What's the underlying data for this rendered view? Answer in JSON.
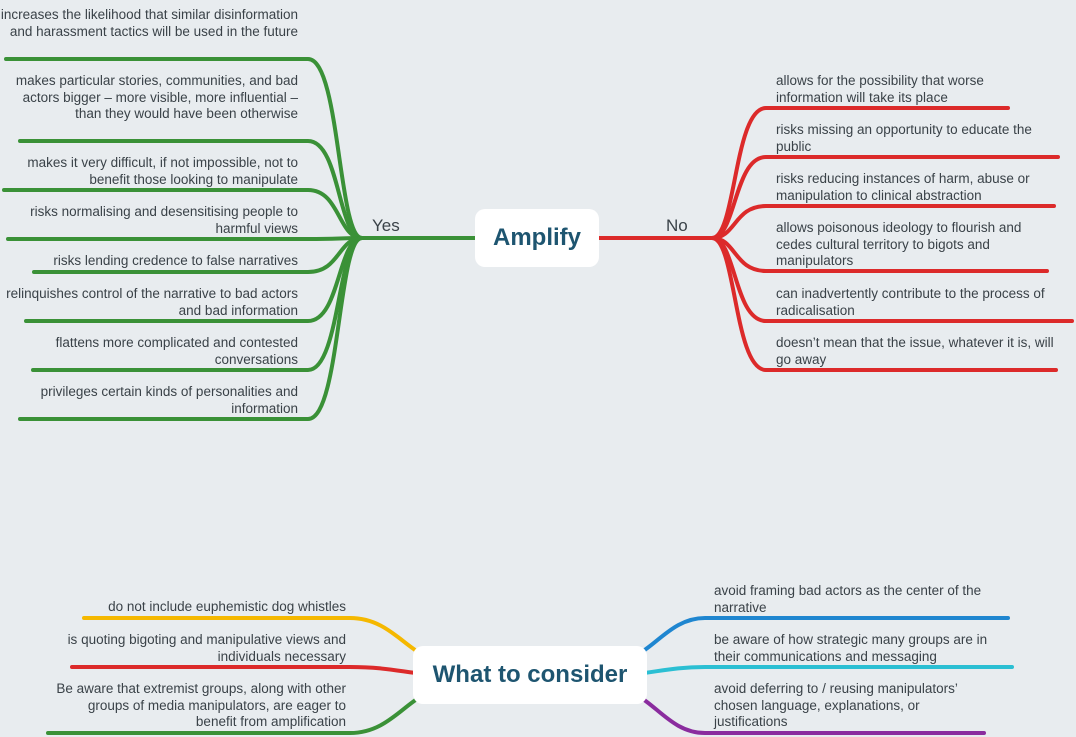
{
  "amplify": {
    "title": "Amplify",
    "yes_label": "Yes",
    "no_label": "No",
    "yes_items": [
      "increases the likelihood that similar disinformation and harassment tactics will be used in the future",
      "makes particular stories, communities, and bad actors bigger – more visible, more influential – than they would have been otherwise",
      "makes it very difficult, if not impossible, not to benefit those looking to manipulate",
      "risks normalising and desensitising people to harmful views",
      "risks lending credence to false narratives",
      "relinquishes control of the narrative to bad actors and bad information",
      "flattens more complicated and contested conversations",
      "privileges certain kinds of personalities and information"
    ],
    "no_items": [
      "allows for the possibility that worse information will take its place",
      "risks missing an opportunity to educate the public",
      "risks reducing instances of harm, abuse or manipulation to clinical abstraction",
      "allows poisonous ideology to flourish and cedes cultural territory to bigots and manipulators",
      "can inadvertently contribute to the process of radicalisation",
      "doesn’t mean that the issue, whatever it is, will go away"
    ],
    "yes_color": "#3a9137",
    "no_color": "#dc2a2a"
  },
  "consider": {
    "title": "What to consider",
    "left_items": [
      "do not include euphemistic dog whistles",
      "is quoting bigoting and manipulative views and individuals necessary",
      "Be aware that extremist groups, along with other groups of media manipulators, are eager to benefit from amplification"
    ],
    "right_items": [
      "avoid framing bad actors as the center of the narrative",
      "be aware of how strategic many groups are in their communications and messaging",
      "avoid deferring to / reusing manipulators’ chosen language, explanations, or justifications"
    ],
    "left_colors": [
      "#f5b800",
      "#dc2a2a",
      "#3a9137"
    ],
    "right_colors": [
      "#1f86d0",
      "#2bbfd3",
      "#8a2c9e"
    ]
  }
}
